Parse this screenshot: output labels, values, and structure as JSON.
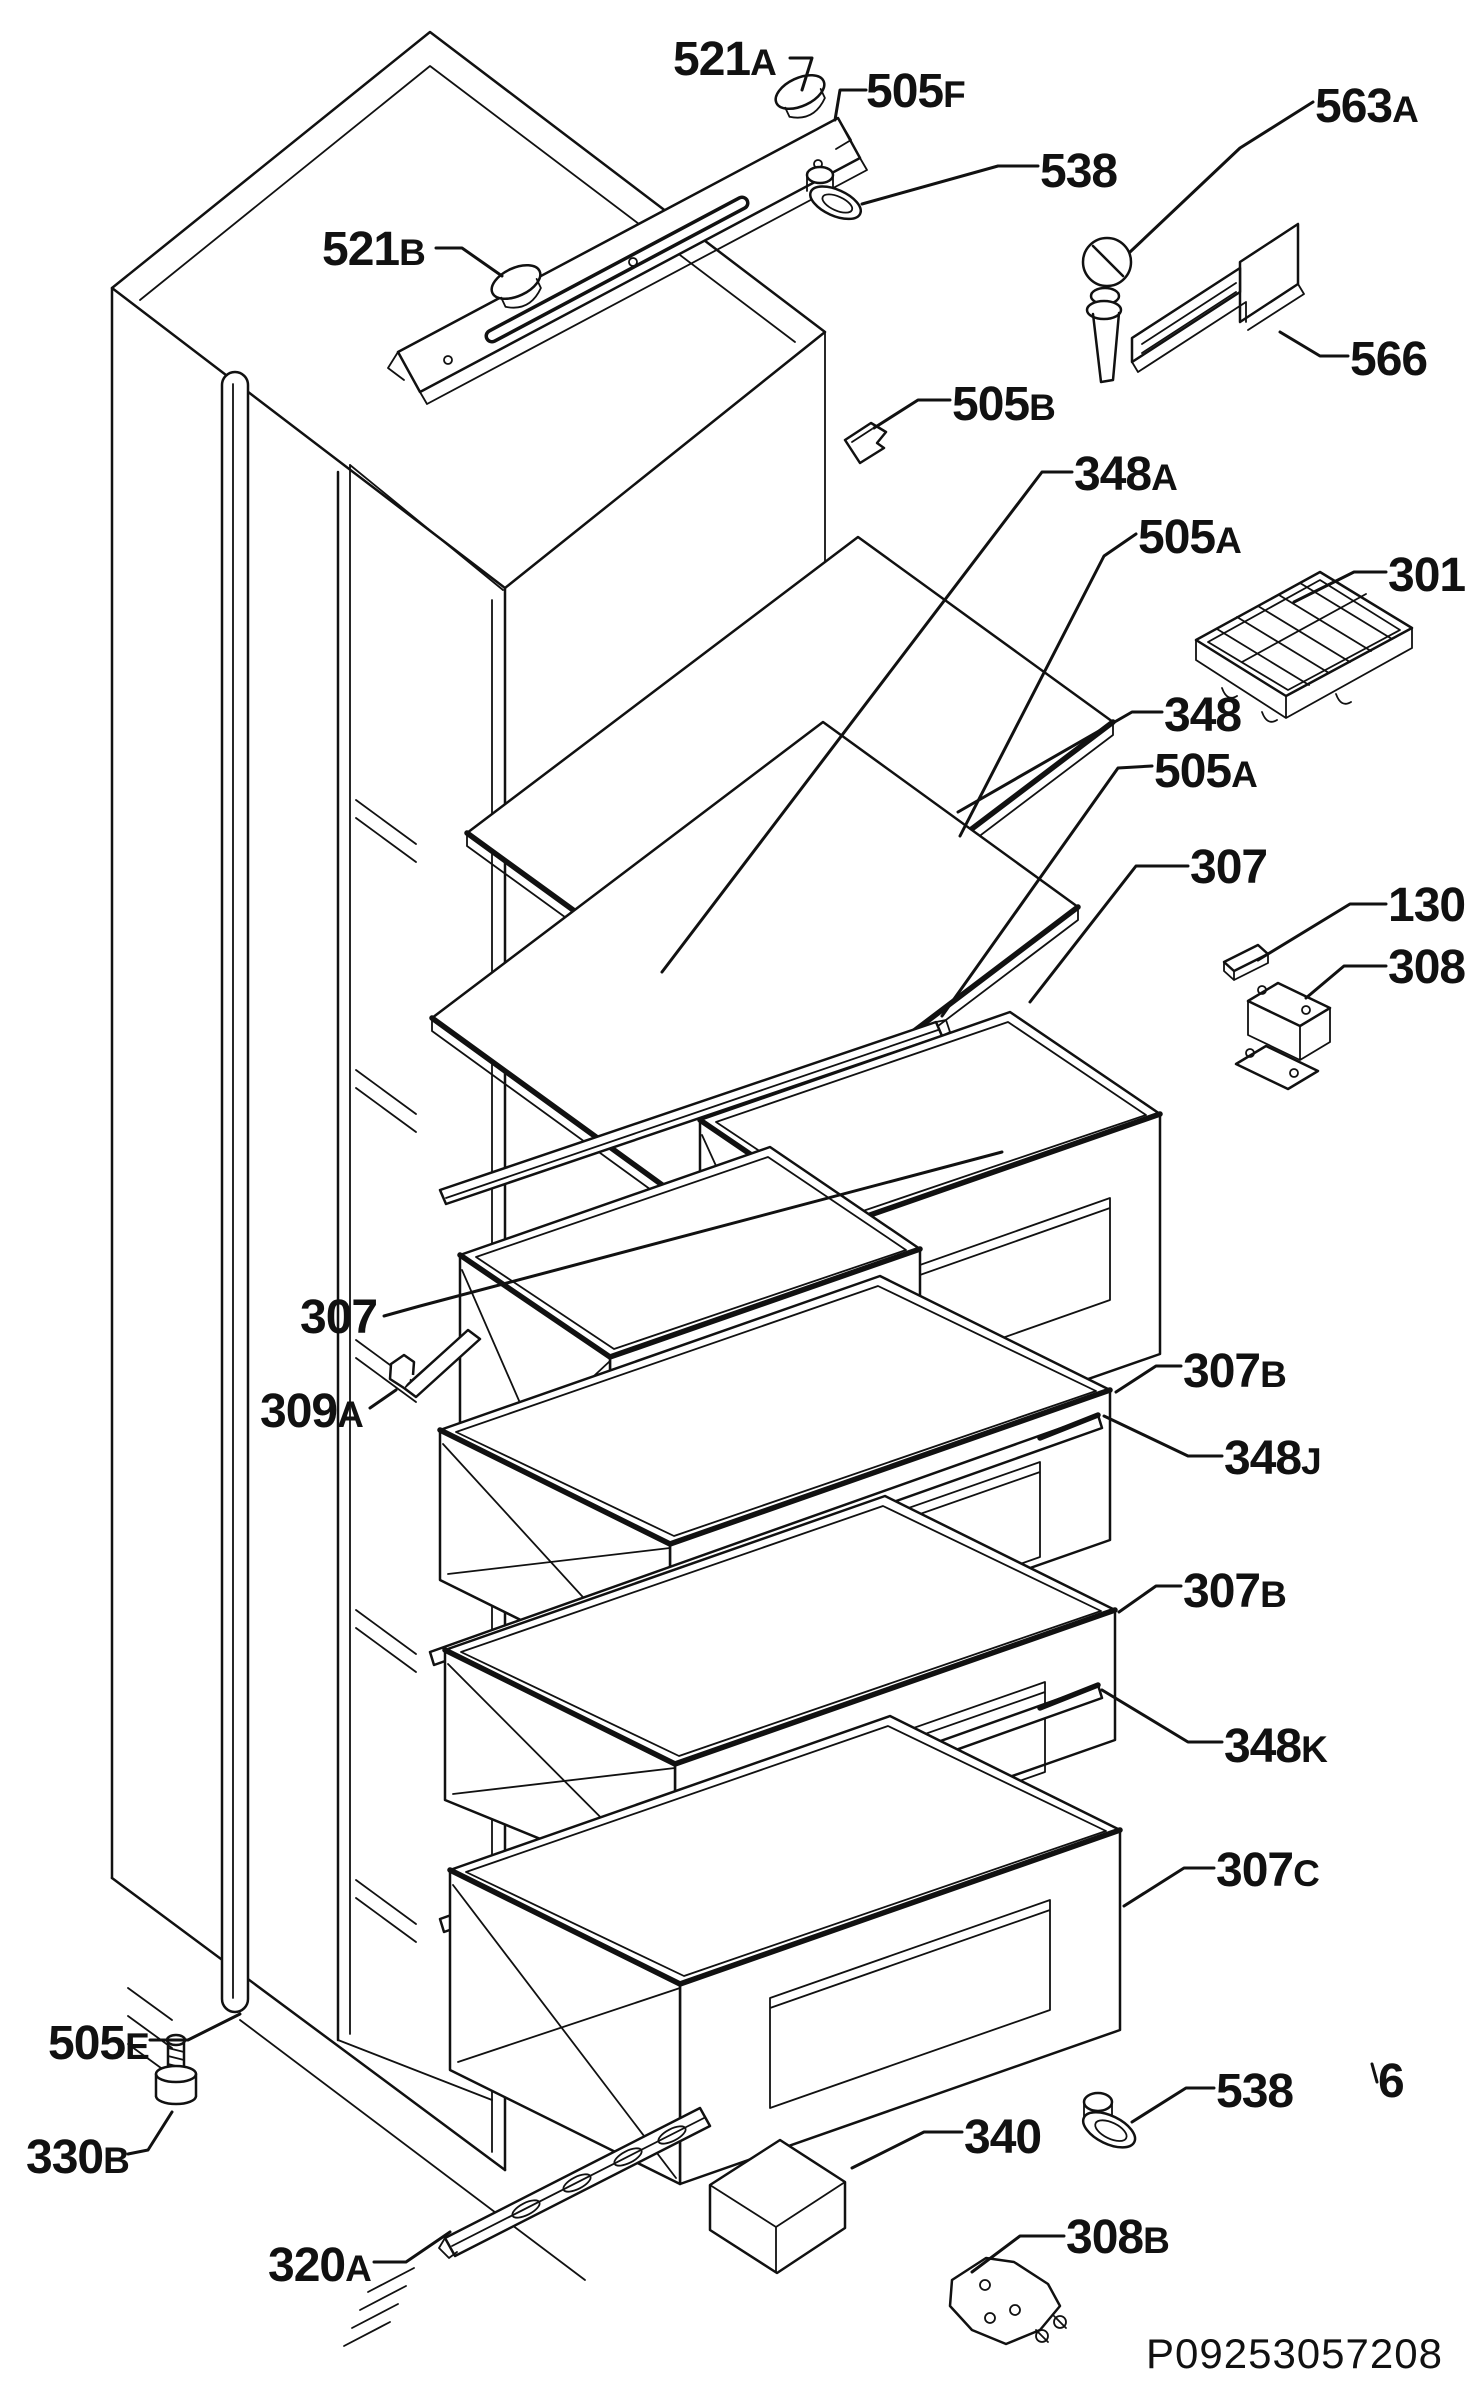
{
  "diagram": {
    "background_color": "#ffffff",
    "line_color": "#111111",
    "part_code": "P09253057208",
    "edge_label": "6",
    "callouts": [
      {
        "label": "521A",
        "num": "521",
        "suffix": "A"
      },
      {
        "label": "505F",
        "num": "505",
        "suffix": "F"
      },
      {
        "label": "563A",
        "num": "563",
        "suffix": "A"
      },
      {
        "label": "538",
        "num": "538",
        "suffix": ""
      },
      {
        "label": "521B",
        "num": "521",
        "suffix": "B"
      },
      {
        "label": "566",
        "num": "566",
        "suffix": ""
      },
      {
        "label": "505B",
        "num": "505",
        "suffix": "B"
      },
      {
        "label": "348A",
        "num": "348",
        "suffix": "A"
      },
      {
        "label": "505A",
        "num": "505",
        "suffix": "A"
      },
      {
        "label": "301",
        "num": "301",
        "suffix": ""
      },
      {
        "label": "348",
        "num": "348",
        "suffix": ""
      },
      {
        "label": "505A",
        "num": "505",
        "suffix": "A"
      },
      {
        "label": "307",
        "num": "307",
        "suffix": ""
      },
      {
        "label": "130",
        "num": "130",
        "suffix": ""
      },
      {
        "label": "308",
        "num": "308",
        "suffix": ""
      },
      {
        "label": "307",
        "num": "307",
        "suffix": ""
      },
      {
        "label": "309A",
        "num": "309",
        "suffix": "A"
      },
      {
        "label": "307B",
        "num": "307",
        "suffix": "B"
      },
      {
        "label": "348J",
        "num": "348",
        "suffix": "J"
      },
      {
        "label": "307B",
        "num": "307",
        "suffix": "B"
      },
      {
        "label": "348K",
        "num": "348",
        "suffix": "K"
      },
      {
        "label": "307C",
        "num": "307",
        "suffix": "C"
      },
      {
        "label": "505E",
        "num": "505",
        "suffix": "E"
      },
      {
        "label": "330B",
        "num": "330",
        "suffix": "B"
      },
      {
        "label": "538",
        "num": "538",
        "suffix": ""
      },
      {
        "label": "340",
        "num": "340",
        "suffix": ""
      },
      {
        "label": "320A",
        "num": "320",
        "suffix": "A"
      },
      {
        "label": "308B",
        "num": "308",
        "suffix": "B"
      }
    ]
  }
}
